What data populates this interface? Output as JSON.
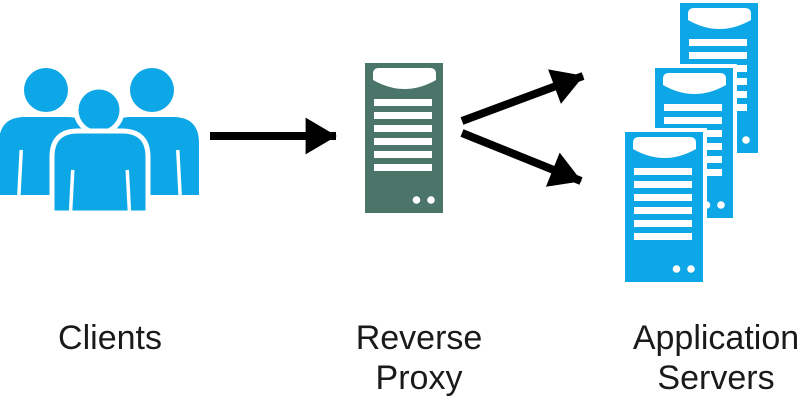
{
  "diagram": {
    "type": "architecture-flow",
    "nodes": [
      {
        "id": "clients",
        "label": "Clients",
        "icon": "users-icon",
        "color": "#0da6e6"
      },
      {
        "id": "reverse-proxy",
        "label": "Reverse\nProxy",
        "icon": "server-icon",
        "color": "#4a7568"
      },
      {
        "id": "application-servers",
        "label": "Application\nServers",
        "icon": "server-stack-icon",
        "color": "#0da6e6",
        "server_count": 3
      }
    ],
    "edges": [
      {
        "from": "clients",
        "to": "reverse-proxy",
        "style": "straight-arrow"
      },
      {
        "from": "reverse-proxy",
        "to": "application-servers",
        "style": "fork-arrow",
        "branch": "top"
      },
      {
        "from": "reverse-proxy",
        "to": "application-servers",
        "style": "fork-arrow",
        "branch": "bottom"
      }
    ],
    "colors": {
      "client_blue": "#0da6e6",
      "proxy_green": "#4a7568",
      "arrow": "#000000",
      "text": "#1a1a1a",
      "background": "#ffffff"
    }
  }
}
